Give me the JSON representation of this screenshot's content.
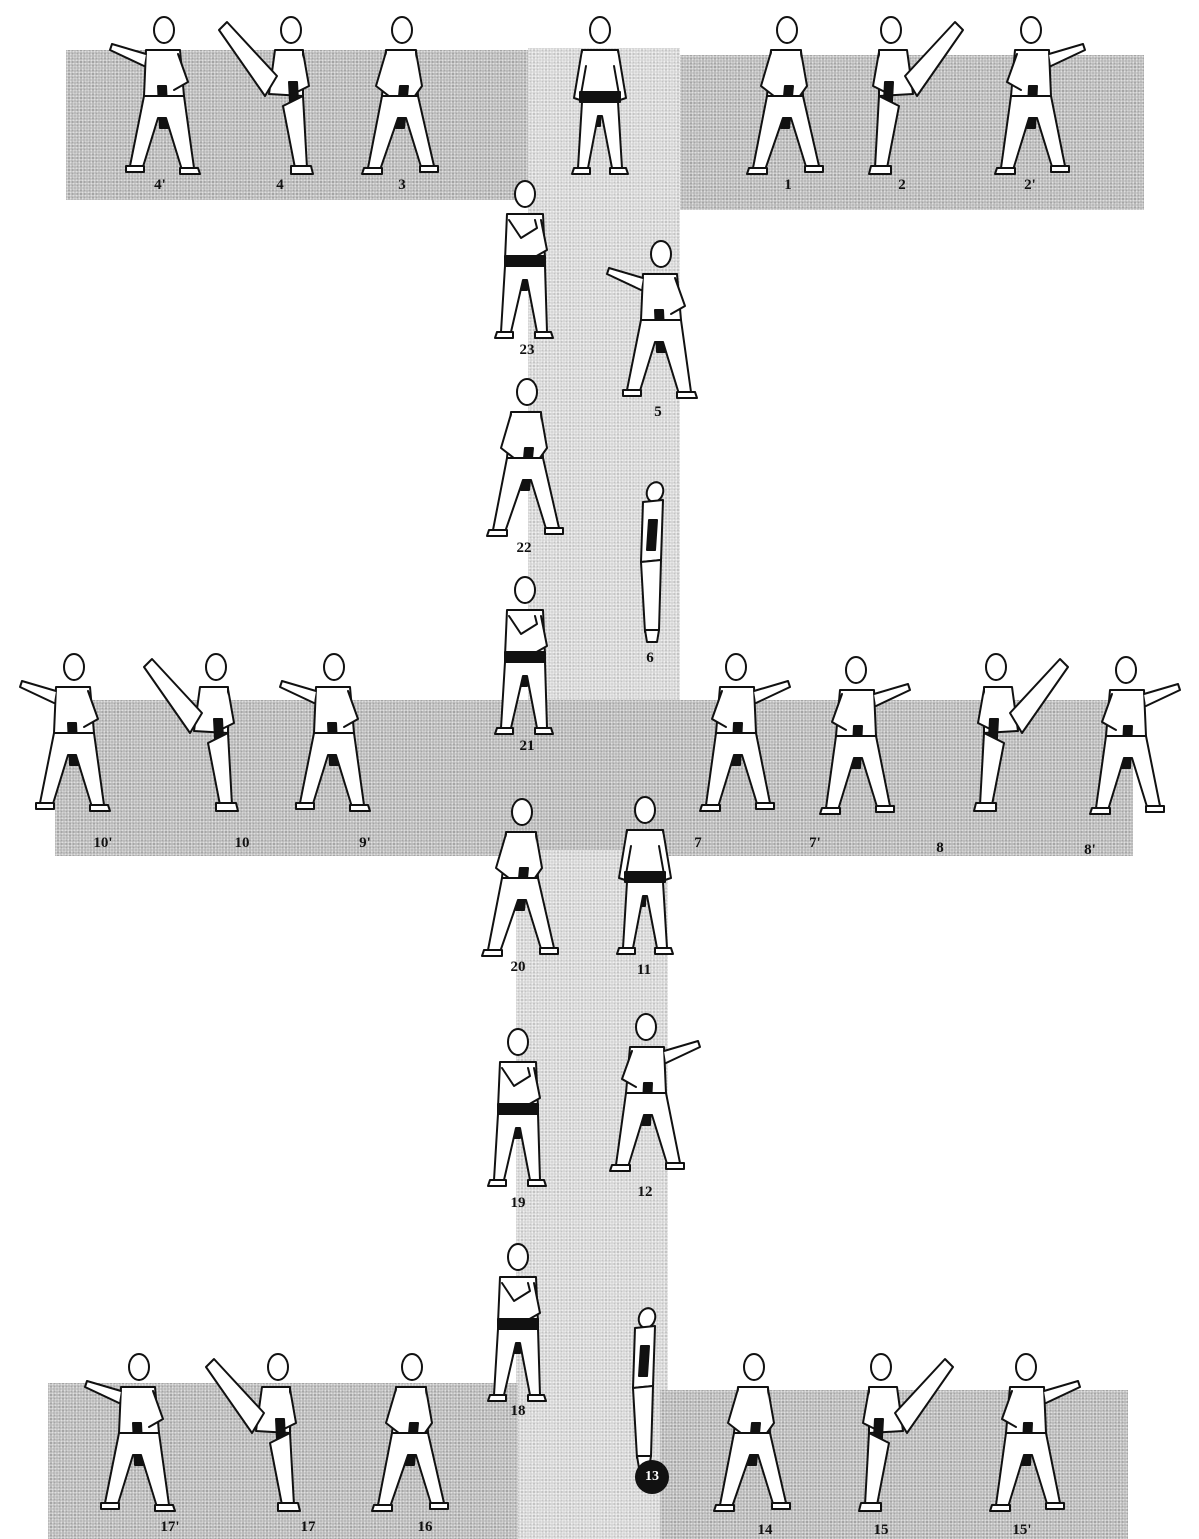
{
  "diagram": {
    "figures": [
      {
        "id": "start",
        "label": "",
        "pose": "ready"
      },
      {
        "id": "1",
        "label": "1",
        "pose": "walk_block"
      },
      {
        "id": "2",
        "label": "2",
        "pose": "kick_right"
      },
      {
        "id": "2p",
        "label": "2'",
        "pose": "punch_right"
      },
      {
        "id": "3",
        "label": "3",
        "pose": "walk_block"
      },
      {
        "id": "4",
        "label": "4",
        "pose": "kick_left"
      },
      {
        "id": "4p",
        "label": "4'",
        "pose": "punch_left"
      },
      {
        "id": "5",
        "label": "5",
        "pose": "punch_left"
      },
      {
        "id": "6",
        "label": "6",
        "pose": "kick_side"
      },
      {
        "id": "7",
        "label": "7",
        "pose": "punch_right"
      },
      {
        "id": "7p",
        "label": "7'",
        "pose": "punch_right"
      },
      {
        "id": "8",
        "label": "8",
        "pose": "kick_right"
      },
      {
        "id": "8p",
        "label": "8'",
        "pose": "punch_right"
      },
      {
        "id": "9p",
        "label": "9'",
        "pose": "punch_left"
      },
      {
        "id": "10",
        "label": "10",
        "pose": "kick_left"
      },
      {
        "id": "10p",
        "label": "10'",
        "pose": "punch_left"
      },
      {
        "id": "11",
        "label": "11",
        "pose": "ready"
      },
      {
        "id": "12",
        "label": "12",
        "pose": "punch_right"
      },
      {
        "id": "13",
        "label": "",
        "pose": "kick_side"
      },
      {
        "id": "14",
        "label": "14",
        "pose": "walk_block"
      },
      {
        "id": "15",
        "label": "15",
        "pose": "kick_right"
      },
      {
        "id": "15p",
        "label": "15'",
        "pose": "punch_right"
      },
      {
        "id": "16",
        "label": "16",
        "pose": "walk_block"
      },
      {
        "id": "17",
        "label": "17",
        "pose": "kick_left"
      },
      {
        "id": "17p",
        "label": "17'",
        "pose": "punch_left"
      },
      {
        "id": "18",
        "label": "18",
        "pose": "guard"
      },
      {
        "id": "19",
        "label": "19",
        "pose": "guard"
      },
      {
        "id": "20",
        "label": "20",
        "pose": "walk_block"
      },
      {
        "id": "21",
        "label": "21",
        "pose": "guard"
      },
      {
        "id": "22",
        "label": "22",
        "pose": "walk_block"
      },
      {
        "id": "23",
        "label": "23",
        "pose": "guard"
      }
    ],
    "marker": {
      "label": "13"
    }
  }
}
